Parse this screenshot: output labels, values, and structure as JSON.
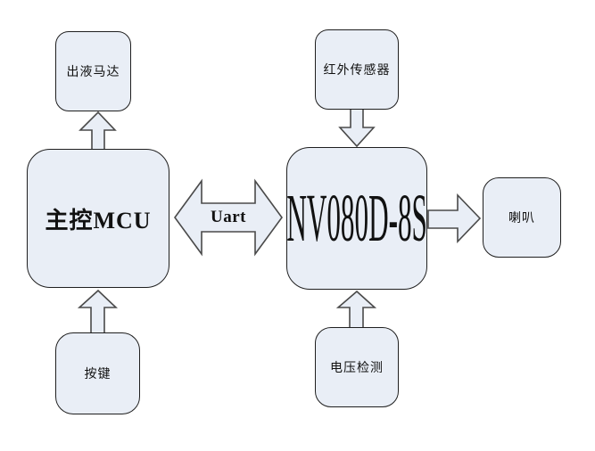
{
  "nodes": {
    "dispense_motor": {
      "label": "出液马达"
    },
    "ir_sensor": {
      "label": "红外传感器"
    },
    "mcu": {
      "label": "主控MCU"
    },
    "nv080d": {
      "label": "NV080D-8S"
    },
    "speaker": {
      "label": "喇叭"
    },
    "keys": {
      "label": "按键"
    },
    "voltage_detect": {
      "label": "电压检测"
    }
  },
  "connections": {
    "uart_label": "Uart"
  },
  "colors": {
    "background": "#ffffff",
    "node_fill": "#e9eef6",
    "node_border": "#1f1f1f",
    "arrow_fill": "#e9eef6",
    "arrow_stroke": "#4a4a4a",
    "text": "#111111"
  }
}
